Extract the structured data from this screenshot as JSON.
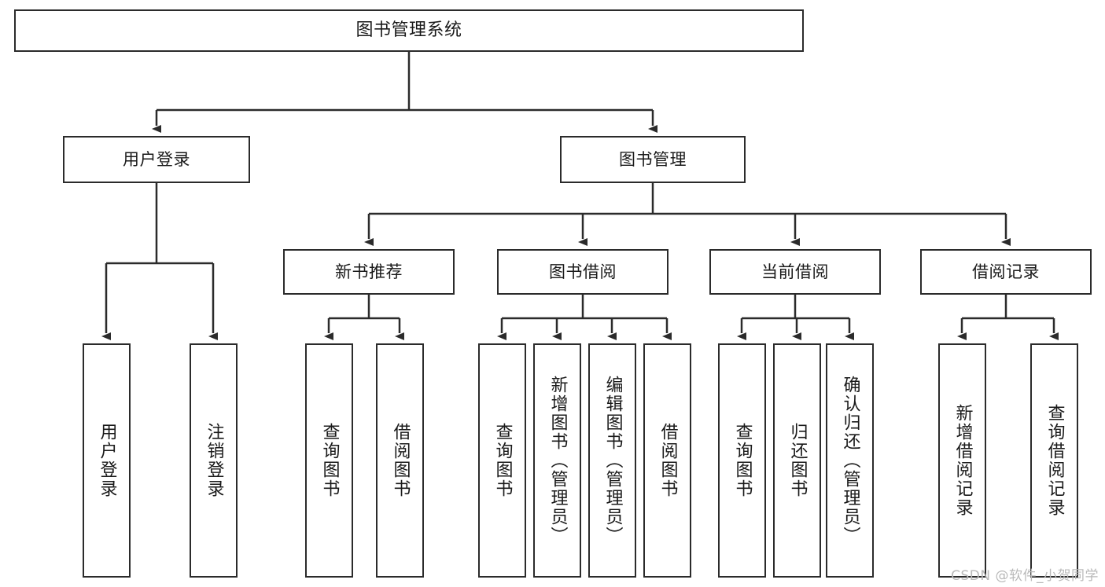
{
  "diagram": {
    "title": "图书管理系统",
    "type": "tree",
    "colors": {
      "box_border": "#2b2b2b",
      "box_fill": "#ffffff",
      "connector": "#2b2b2b",
      "text": "#1a1a1a",
      "watermark": "#b9b9b9"
    },
    "root": {
      "label": "图书管理系统"
    },
    "level2": [
      {
        "id": "user-login",
        "label": "用户登录"
      },
      {
        "id": "book-management",
        "label": "图书管理"
      }
    ],
    "level3": [
      {
        "id": "new-book-recommend",
        "label": "新书推荐"
      },
      {
        "id": "book-borrow",
        "label": "图书借阅"
      },
      {
        "id": "current-borrow",
        "label": "当前借阅"
      },
      {
        "id": "borrow-record",
        "label": "借阅记录"
      }
    ],
    "leaves": {
      "user_login": [
        {
          "id": "leaf-user-login",
          "label": "用户登录"
        },
        {
          "id": "leaf-logout-login",
          "label": "注销登录"
        }
      ],
      "new_book_recommend": [
        {
          "id": "leaf-query-book-1",
          "label": "查询图书"
        },
        {
          "id": "leaf-borrow-book-1",
          "label": "借阅图书"
        }
      ],
      "book_borrow": [
        {
          "id": "leaf-query-book-2",
          "label": "查询图书"
        },
        {
          "id": "leaf-add-book",
          "label": "新增图书（管理员）"
        },
        {
          "id": "leaf-edit-book",
          "label": "编辑图书（管理员）"
        },
        {
          "id": "leaf-borrow-book-2",
          "label": "借阅图书"
        }
      ],
      "current_borrow": [
        {
          "id": "leaf-query-book-3",
          "label": "查询图书"
        },
        {
          "id": "leaf-return-book",
          "label": "归还图书"
        },
        {
          "id": "leaf-confirm-return",
          "label": "确认归还（管理员）"
        }
      ],
      "borrow_record": [
        {
          "id": "leaf-add-record",
          "label": "新增借阅记录"
        },
        {
          "id": "leaf-query-record",
          "label": "查询借阅记录"
        }
      ]
    }
  },
  "watermark": {
    "text": "CSDN @软件_小贺同学"
  }
}
